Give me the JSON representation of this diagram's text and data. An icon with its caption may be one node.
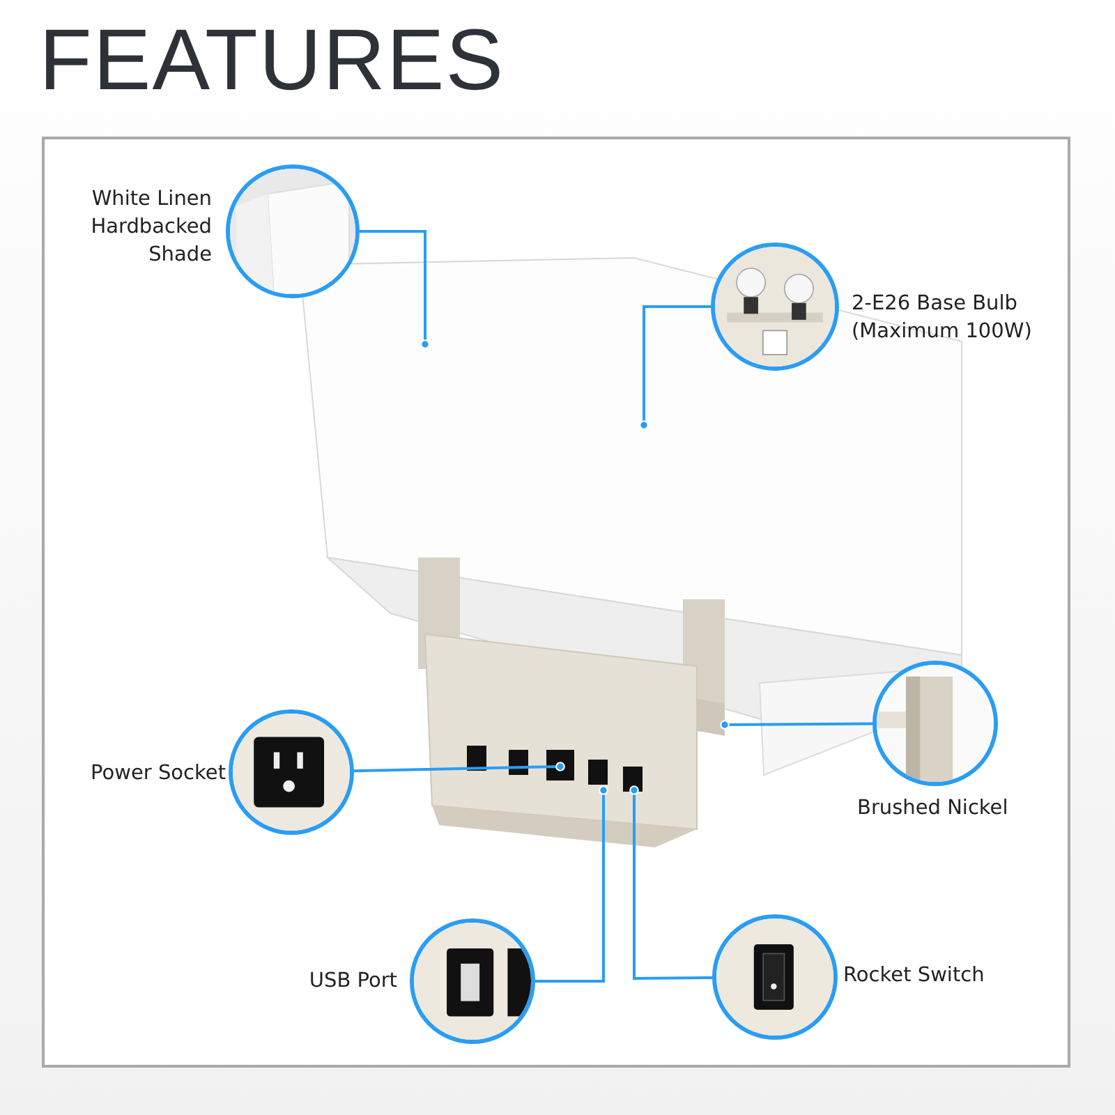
{
  "diagram": {
    "title": "FEATURES",
    "nodes": [
      {
        "text": [],
        "shape": "picture",
        "beside": [
          "White Linen Hardbacked Shade"
        ]
      },
      {
        "text": [],
        "shape": "picture"
      },
      {
        "text": [],
        "shape": "picture"
      },
      {
        "text": [],
        "shape": "picture",
        "beside": [
          "Brushed Nickel"
        ]
      },
      {
        "text": [],
        "shape": "picture",
        "beside": [
          "Power Socket"
        ]
      },
      {
        "text": [],
        "shape": "picture",
        "beside": [
          "USB Port"
        ]
      },
      {
        "text": [],
        "shape": "picture",
        "beside": [
          "Rocket Switch"
        ]
      }
    ],
    "edges": [
      {
        "from": 0,
        "to": 2,
        "arrow": "other"
      },
      {
        "from": 1,
        "to": 2,
        "arrow": "other"
      },
      {
        "from": 3,
        "to": 2,
        "arrow": "other"
      },
      {
        "from": 4,
        "to": 2,
        "arrow": "other"
      },
      {
        "from": 5,
        "to": 2,
        "arrow": "other"
      },
      {
        "from": 6,
        "to": 2,
        "arrow": "other"
      }
    ],
    "labels": [
      "2-E26 Base Bulb (Maximum 100W)"
    ]
  }
}
